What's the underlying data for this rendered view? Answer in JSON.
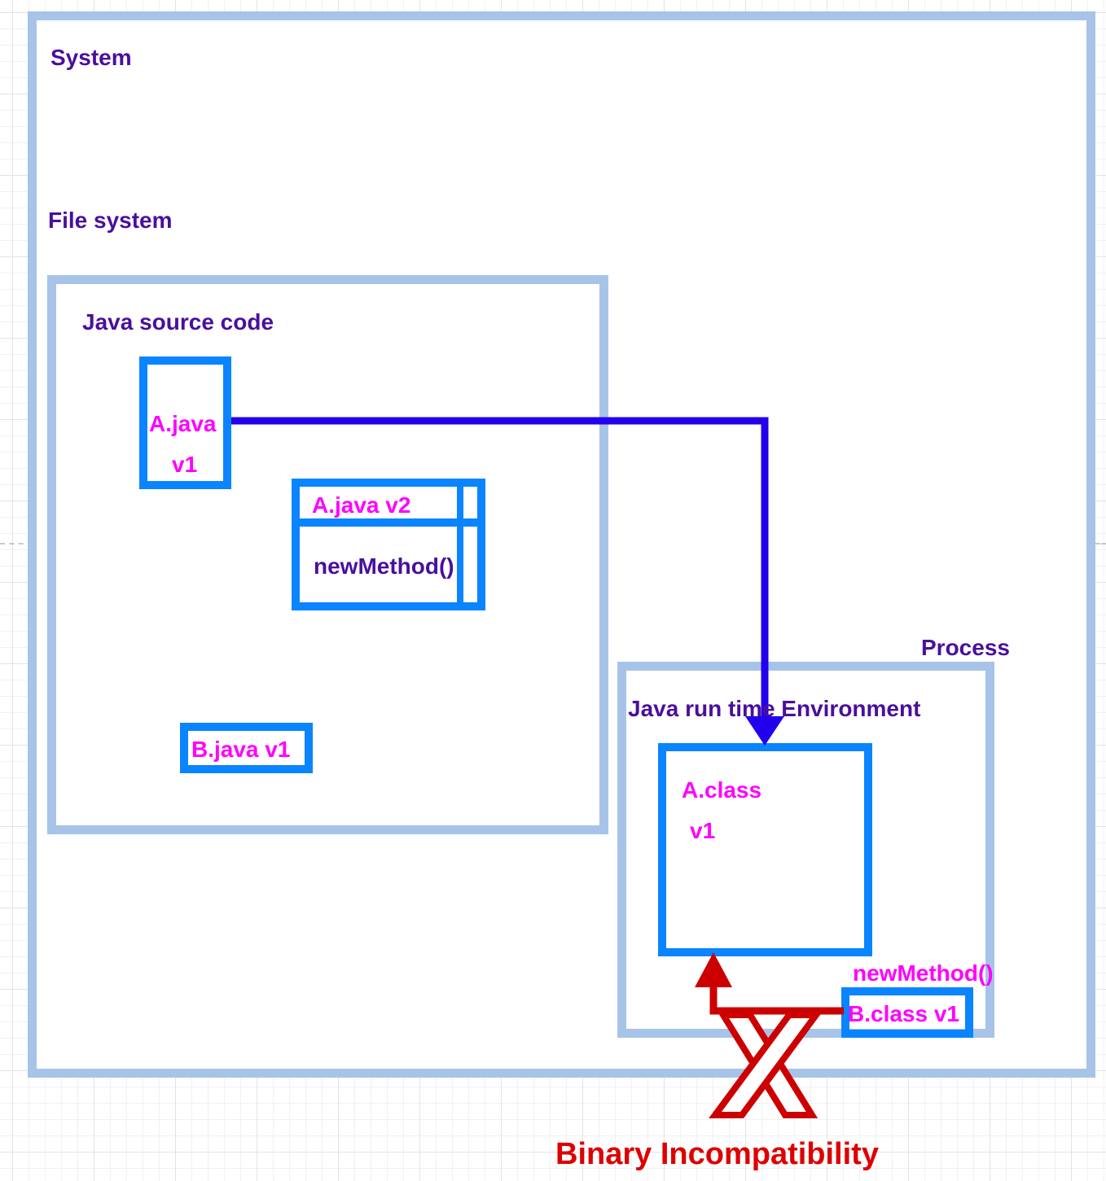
{
  "system": {
    "label": "System"
  },
  "file_system": {
    "label": "File system"
  },
  "java_source": {
    "label": "Java source code",
    "a_java_v1": {
      "line1": "A.java",
      "line2": "v1"
    },
    "a_java_v2": {
      "title": "A.java v2",
      "method": "newMethod()"
    },
    "b_java_v1": {
      "label": "B.java v1"
    }
  },
  "process": {
    "label": "Process"
  },
  "jre": {
    "label": "Java run time Environment",
    "a_class": {
      "line1": "A.class",
      "line2": "v1"
    },
    "b_class": {
      "label": "B.class v1",
      "method_label": "newMethod()"
    }
  },
  "error": {
    "label": "Binary Incompatibility"
  },
  "colors": {
    "container_border": "#a7c4e8",
    "box_border": "#0a84ff",
    "arrow_blue": "#2200ee",
    "error_red": "#dd0000",
    "container_text": "#4a0f9c",
    "box_text": "#ff00ff"
  }
}
